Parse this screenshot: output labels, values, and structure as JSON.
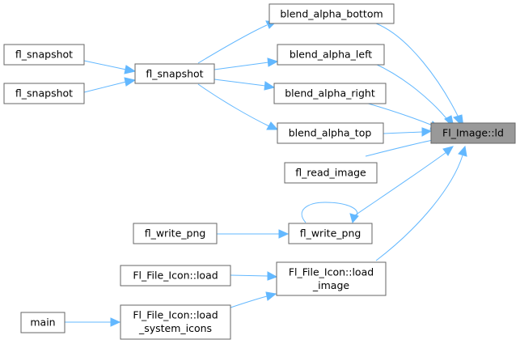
{
  "graph": {
    "target": "Fl_Image::ld",
    "nodes": {
      "blend_alpha_bottom": "blend_alpha_bottom",
      "blend_alpha_left": "blend_alpha_left",
      "blend_alpha_right": "blend_alpha_right",
      "blend_alpha_top": "blend_alpha_top",
      "fl_read_image": "fl_read_image",
      "fl_write_png_inner": "fl_write_png",
      "fl_write_png_outer": "fl_write_png",
      "fl_snapshot_mid": "fl_snapshot",
      "fl_snapshot_top": "fl_snapshot",
      "fl_snapshot_bottom": "fl_snapshot",
      "load_image_line1": "Fl_File_Icon::load",
      "load_image_line2": "_image",
      "load": "Fl_File_Icon::load",
      "load_system_icons_line1": "Fl_File_Icon::load",
      "load_system_icons_line2": "_system_icons",
      "main": "main"
    },
    "colors": {
      "edge": "#63b8ff",
      "node_border": "#666666",
      "target_fill": "#999999"
    }
  }
}
